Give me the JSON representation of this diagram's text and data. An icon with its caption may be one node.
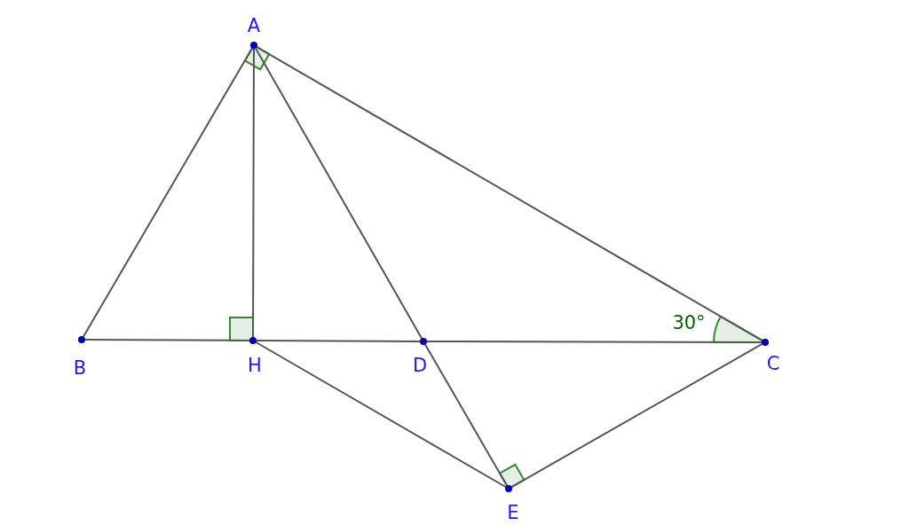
{
  "diagram": {
    "nodes": [
      {
        "text": [
          "A"
        ]
      },
      {
        "text": [
          "B"
        ]
      },
      {
        "text": [
          "H"
        ]
      },
      {
        "text": [
          "D"
        ]
      },
      {
        "text": [
          "C"
        ]
      },
      {
        "text": [
          "E"
        ]
      }
    ],
    "edges": [
      {
        "from": 0,
        "to": 1,
        "arrow": "none"
      },
      {
        "from": 0,
        "to": 2,
        "arrow": "none"
      },
      {
        "from": 0,
        "to": 3,
        "arrow": "none"
      },
      {
        "from": 0,
        "to": 4,
        "arrow": "none"
      },
      {
        "from": 1,
        "to": 2,
        "arrow": "none"
      },
      {
        "from": 2,
        "to": 3,
        "arrow": "none"
      },
      {
        "from": 3,
        "to": 4,
        "arrow": "none"
      },
      {
        "from": 2,
        "to": 5,
        "arrow": "none"
      },
      {
        "from": 3,
        "to": 5,
        "arrow": "none"
      },
      {
        "from": 4,
        "to": 5,
        "arrow": "none"
      }
    ],
    "labels": [
      "30°"
    ]
  }
}
